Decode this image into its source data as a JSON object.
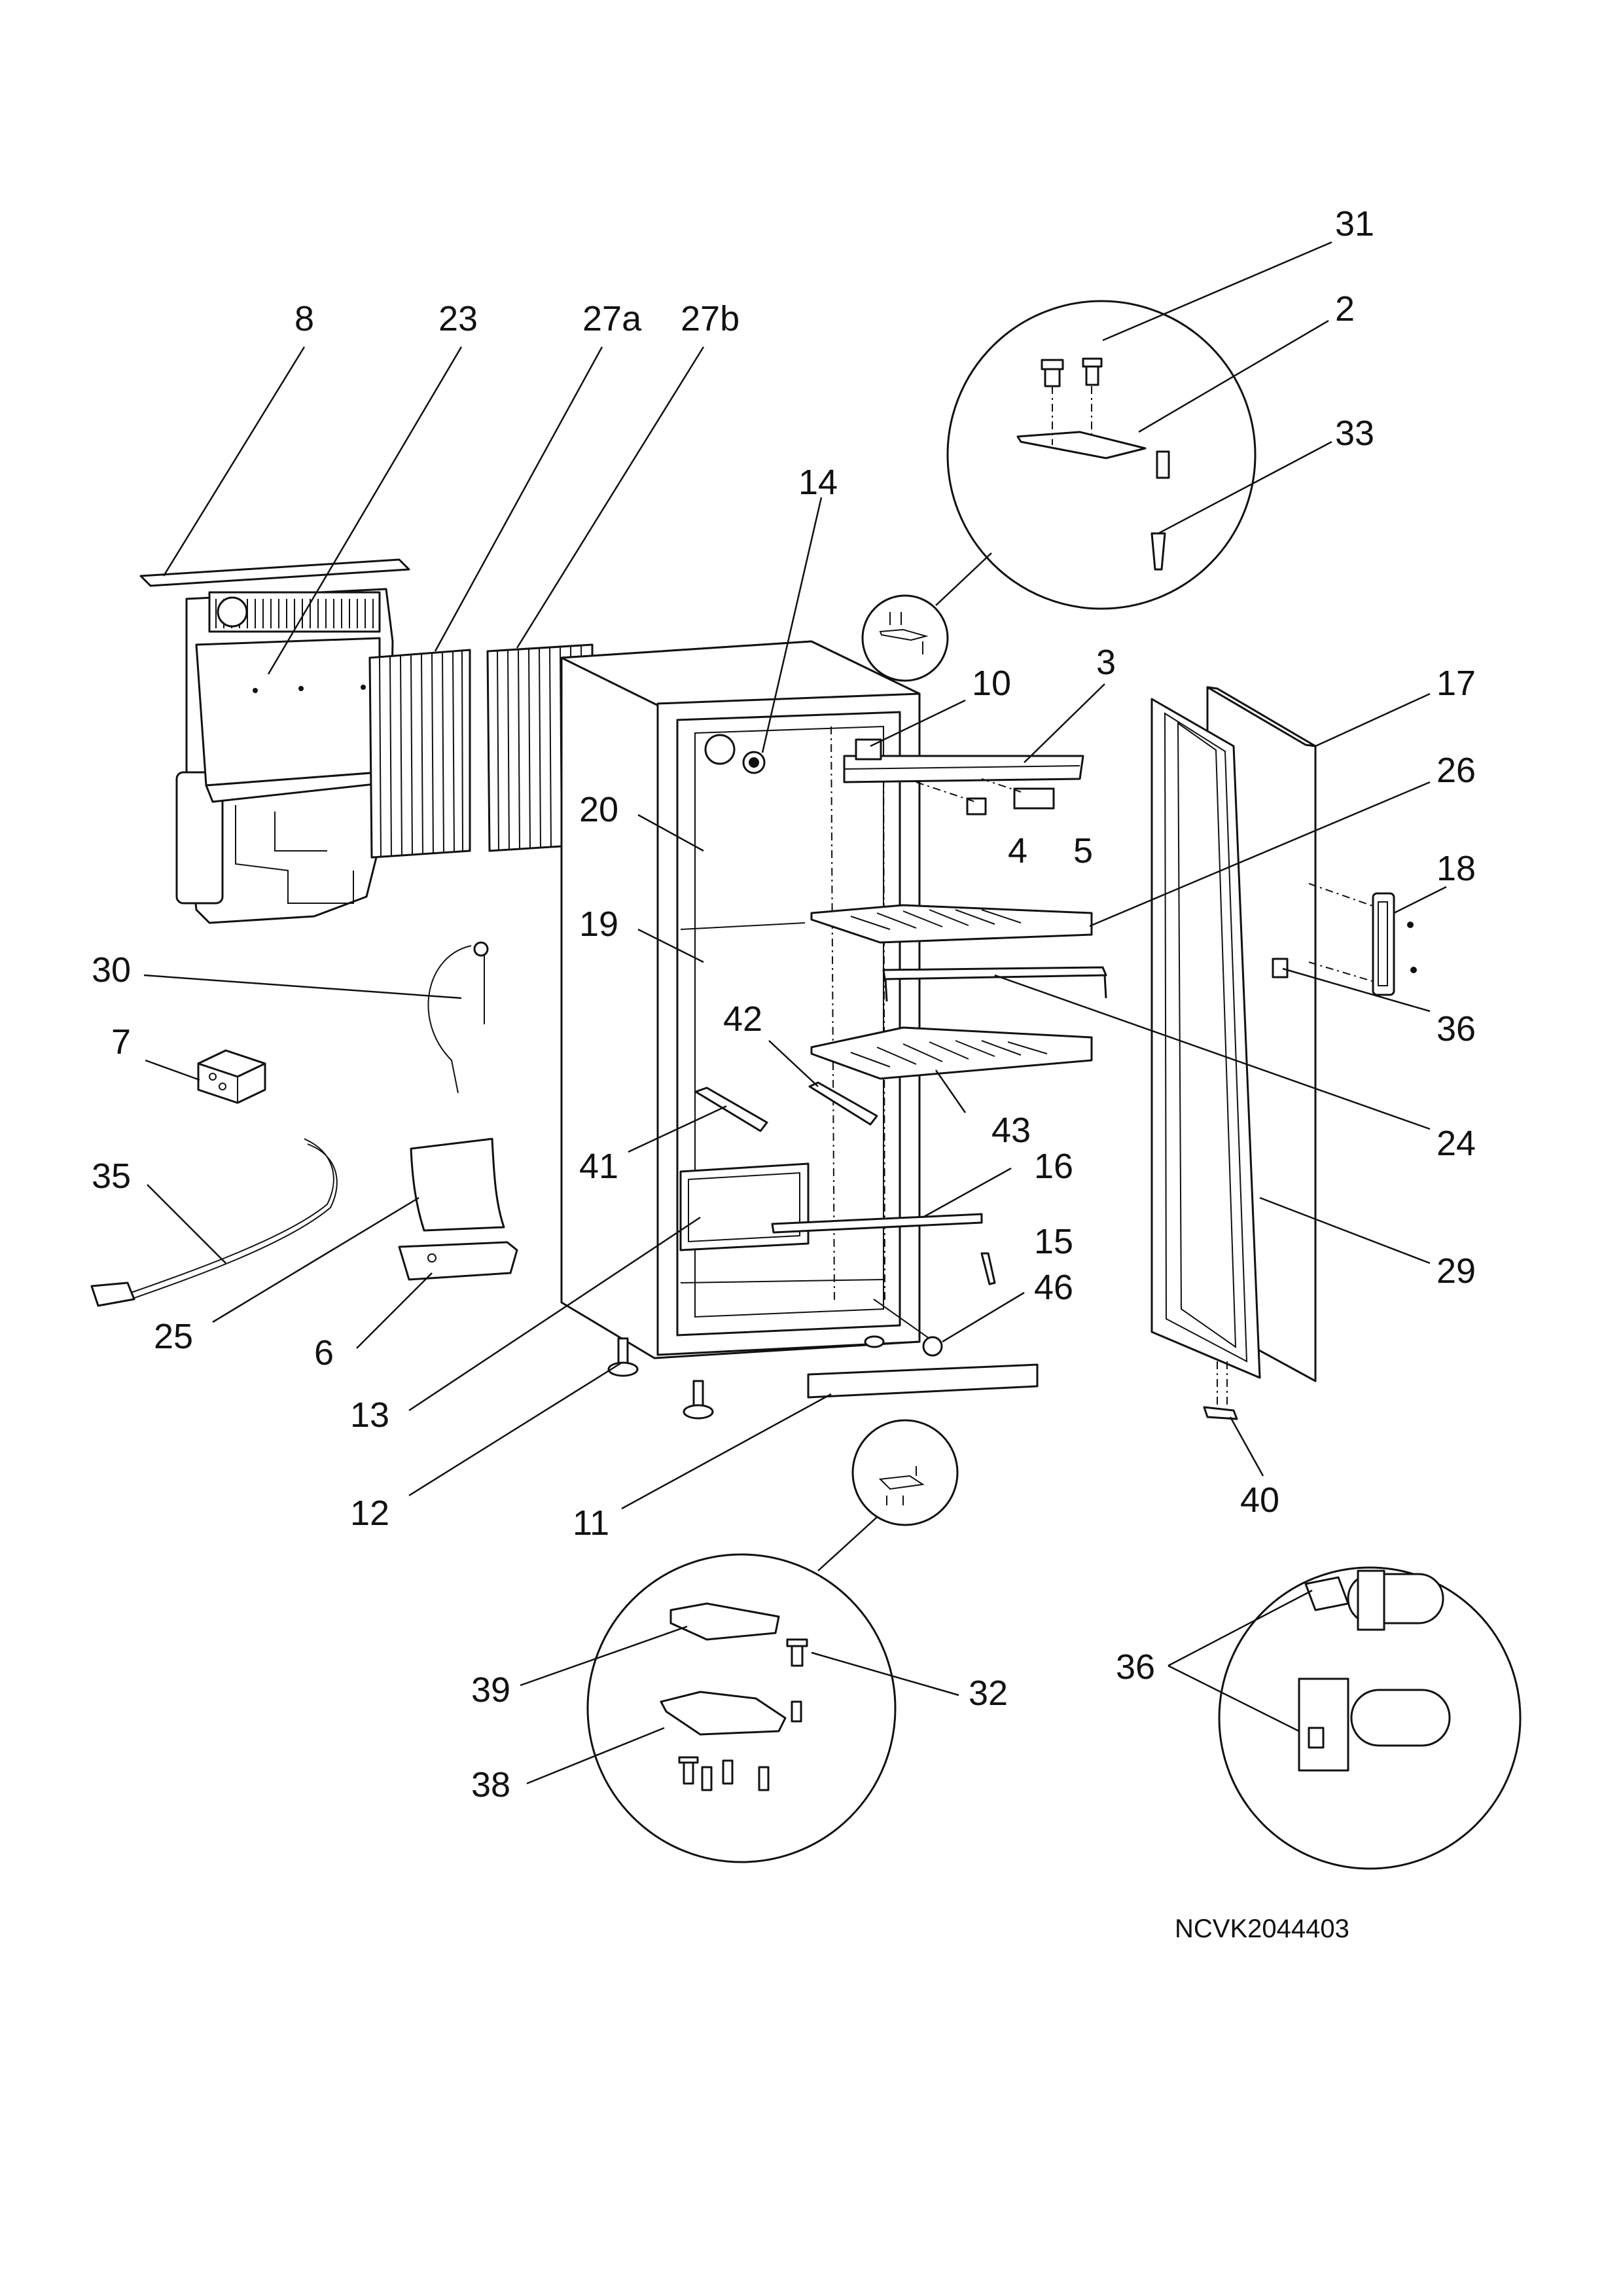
{
  "drawing_code": "NCVK2044403",
  "callouts": {
    "c8": "8",
    "c23": "23",
    "c27a": "27a",
    "c27b": "27b",
    "c31": "31",
    "c2": "2",
    "c33": "33",
    "c14": "14",
    "c10": "10",
    "c3": "3",
    "c17": "17",
    "c26": "26",
    "c20": "20",
    "c4": "4",
    "c5": "5",
    "c18": "18",
    "c19": "19",
    "c30": "30",
    "c42": "42",
    "c36a": "36",
    "c7": "7",
    "c43": "43",
    "c24": "24",
    "c41": "41",
    "c16": "16",
    "c35": "35",
    "c15": "15",
    "c46": "46",
    "c29": "29",
    "c25": "25",
    "c6": "6",
    "c13": "13",
    "c12": "12",
    "c11": "11",
    "c40": "40",
    "c39": "39",
    "c32": "32",
    "c36b": "36",
    "c38": "38"
  }
}
